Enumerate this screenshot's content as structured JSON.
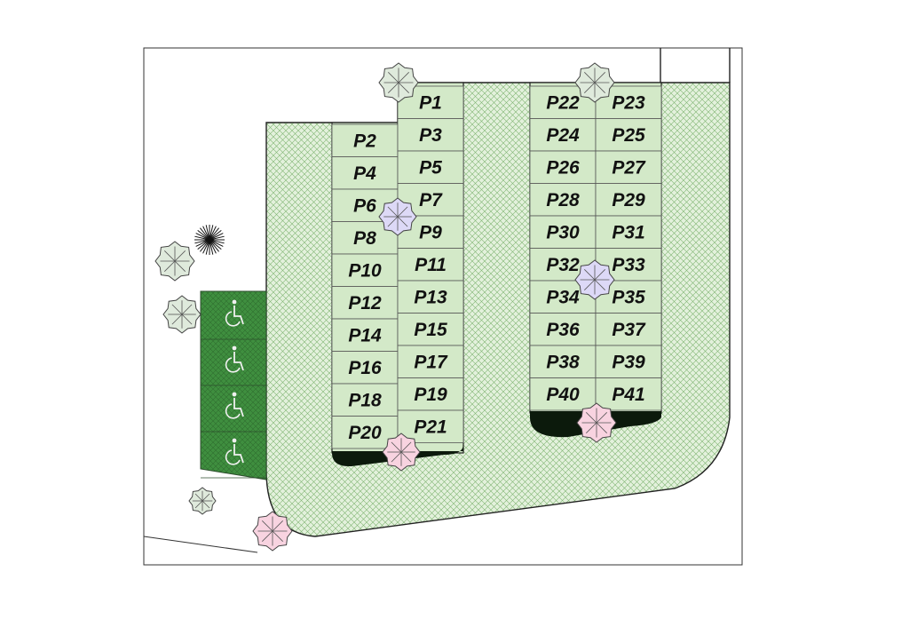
{
  "colors": {
    "paving": "#e3f1dc",
    "hatch": "#7fb472",
    "spot_fill": "#d3e9c8",
    "handicap_fill": "#3f8f3f",
    "tree_green": "#dfeadc",
    "tree_blue": "#ddd9f7",
    "tree_pink": "#f8d3e0",
    "curb": "#0c1a0c"
  },
  "spots": {
    "left_col_a": [
      "P2",
      "P4",
      "P6",
      "P8",
      "P10",
      "P12",
      "P14",
      "P16",
      "P18",
      "P20"
    ],
    "left_col_b": [
      "P1",
      "P3",
      "P5",
      "P7",
      "P9",
      "P11",
      "P13",
      "P15",
      "P17",
      "P19",
      "P21"
    ],
    "right_col_a": [
      "P22",
      "P24",
      "P26",
      "P28",
      "P30",
      "P32",
      "P34",
      "P36",
      "P38",
      "P40"
    ],
    "right_col_b": [
      "P23",
      "P25",
      "P27",
      "P29",
      "P31",
      "P33",
      "P35",
      "P37",
      "P39",
      "P41"
    ]
  },
  "handicap_spots": 4,
  "icons": {
    "handicap": "wheelchair-icon",
    "tree": "tree-icon",
    "palm": "palm-icon"
  }
}
